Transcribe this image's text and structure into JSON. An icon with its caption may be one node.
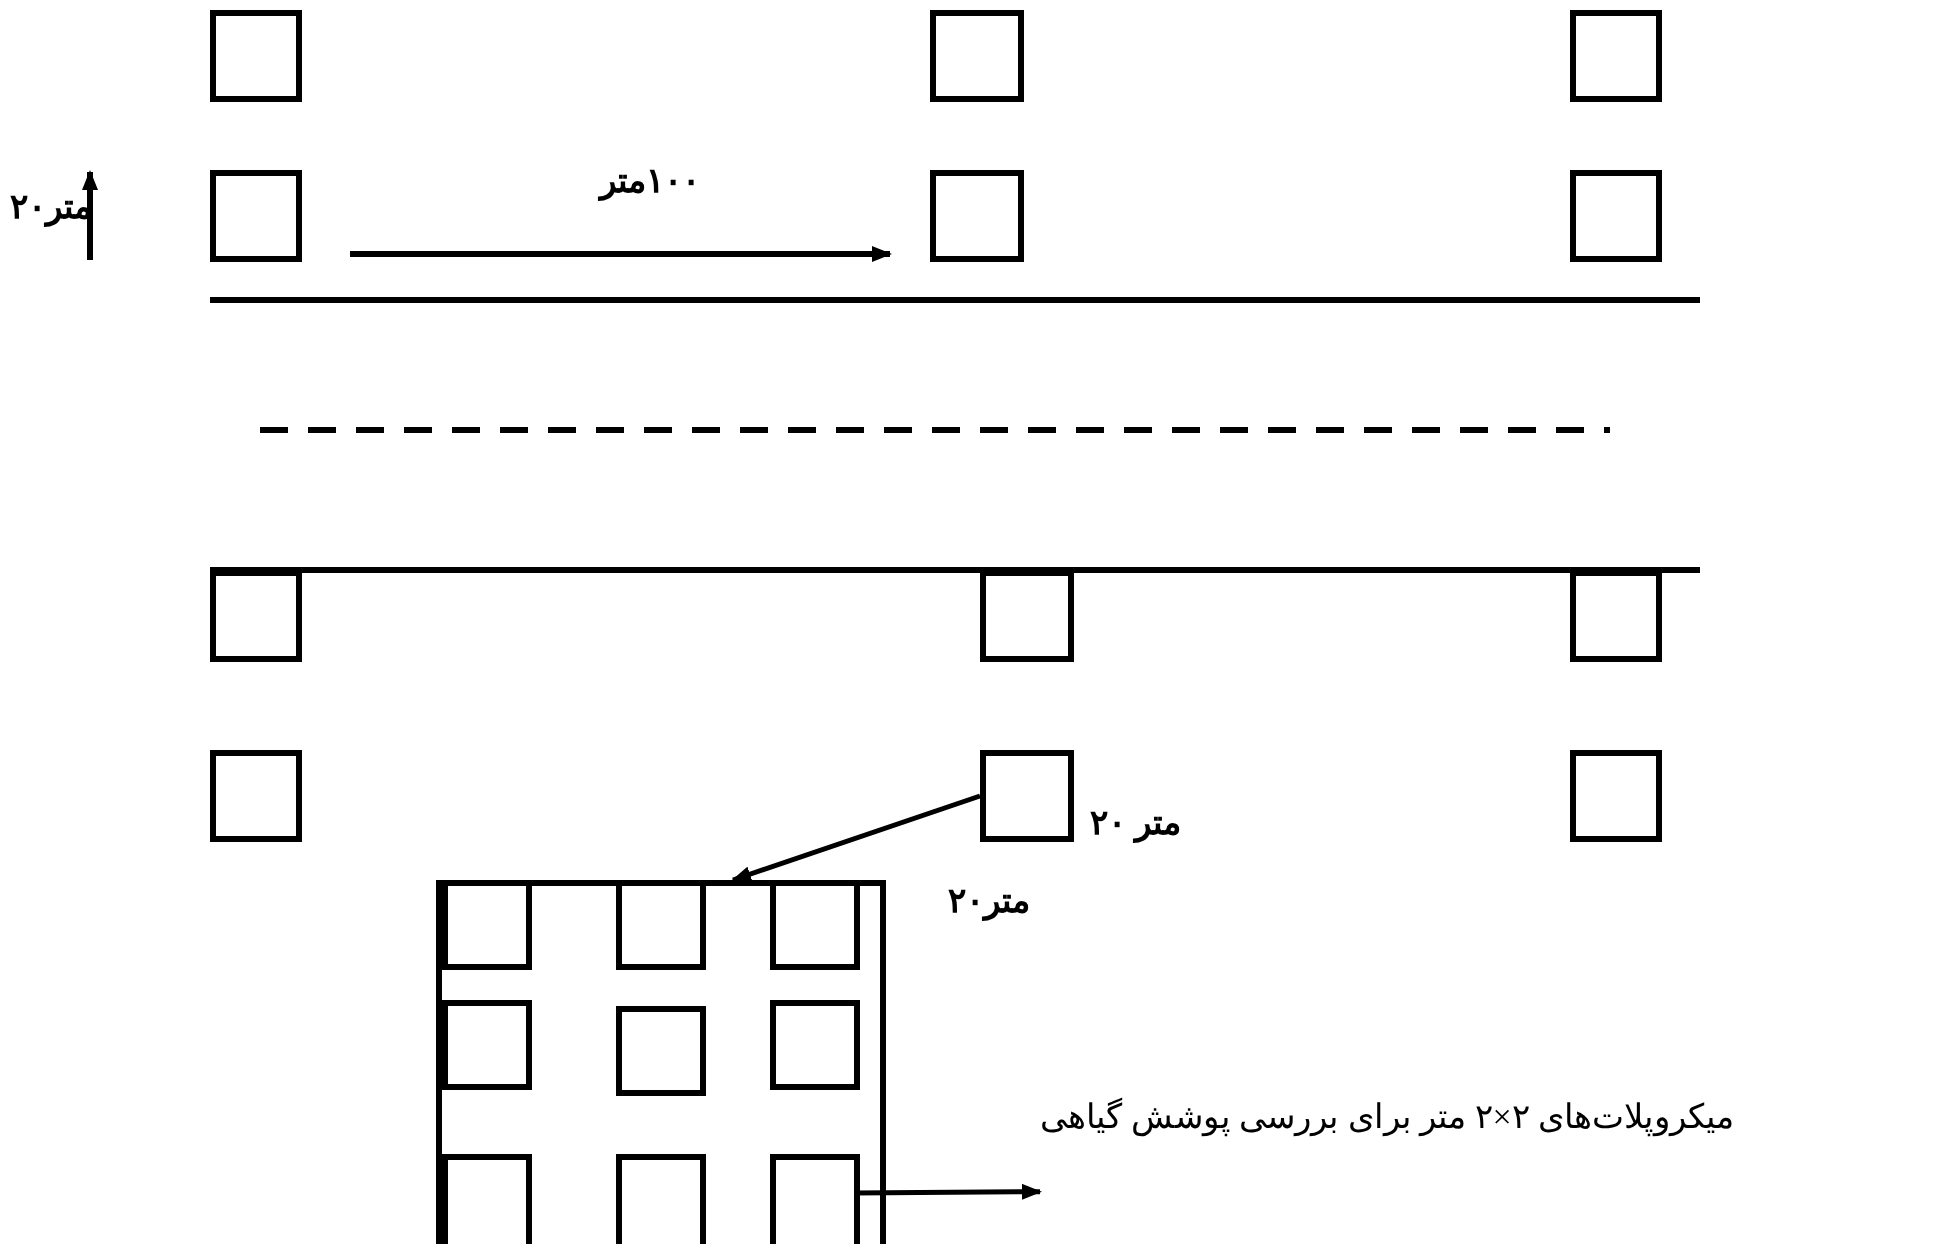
{
  "diagram": {
    "nodes": [
      {
        "text": [],
        "shape": "box"
      },
      {
        "text": [],
        "shape": "box"
      },
      {
        "text": [],
        "shape": "box"
      },
      {
        "text": [],
        "shape": "box"
      },
      {
        "text": [],
        "shape": "box"
      },
      {
        "text": [],
        "shape": "box"
      },
      {
        "text": [],
        "shape": "box"
      },
      {
        "text": [],
        "shape": "box"
      },
      {
        "text": [],
        "shape": "box"
      },
      {
        "text": [],
        "shape": "box"
      },
      {
        "text": [],
        "shape": "box"
      },
      {
        "text": [],
        "shape": "box"
      },
      {
        "text": [],
        "shape": "box"
      },
      {
        "text": [],
        "shape": "box",
        "in": 12
      },
      {
        "text": [],
        "shape": "box",
        "in": 12
      },
      {
        "text": [],
        "shape": "box",
        "in": 12
      },
      {
        "text": [],
        "shape": "box",
        "in": 12
      },
      {
        "text": [],
        "shape": "box",
        "in": 12
      },
      {
        "text": [],
        "shape": "box",
        "in": 12
      },
      {
        "text": [],
        "shape": "box",
        "in": 12
      },
      {
        "text": [],
        "shape": "box",
        "in": 12
      },
      {
        "text": [],
        "shape": "box",
        "in": 12
      },
      {
        "text": [
          "میکروپلات‌های ۲×۲ متر برای بررسی پوشش گیاهی"
        ]
      }
    ],
    "edges": [
      {
        "from": 10,
        "to": 12,
        "arrow": "to"
      },
      {
        "from": 21,
        "to": 22,
        "arrow": "to"
      }
    ],
    "labels": [
      "۲۰متر",
      "۱۰۰متر",
      "۲۰ متر",
      "۲۰متر"
    ]
  }
}
